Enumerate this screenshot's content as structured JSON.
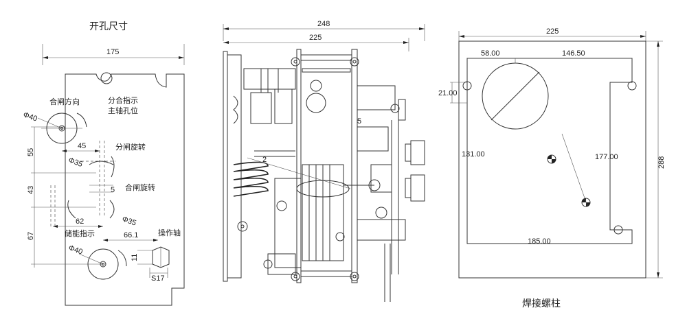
{
  "left": {
    "title": "开孔尺寸",
    "dim_width": "175",
    "phi40_top": "Φ40",
    "phi40_bottom": "Φ40",
    "phi35_a": "Φ35",
    "phi35_b": "Φ35",
    "d55": "55",
    "d43": "43",
    "d67": "67",
    "d45": "45",
    "d62": "62",
    "d5": "5",
    "d66_1": "66.1",
    "d11": "11",
    "s17": "S17",
    "label_close_dir": "合闸方向",
    "label_split_close": "分合指示",
    "label_main_shaft": "主轴孔位",
    "label_open_rotate": "分闸旋转",
    "label_close_rotate": "合闸旋转",
    "label_storage": "储能指示",
    "label_operate_shaft": "操作轴"
  },
  "middle": {
    "dim_248": "248",
    "dim_225": "225",
    "mark_5": "5",
    "mark_2": "2"
  },
  "right": {
    "title": "焊接螺柱",
    "dim_225": "225",
    "dim_58": "58.00",
    "dim_146_5": "146.50",
    "dim_21": "21.00",
    "dim_131": "131.00",
    "dim_177": "177.00",
    "dim_185": "185.00",
    "dim_288": "288"
  }
}
